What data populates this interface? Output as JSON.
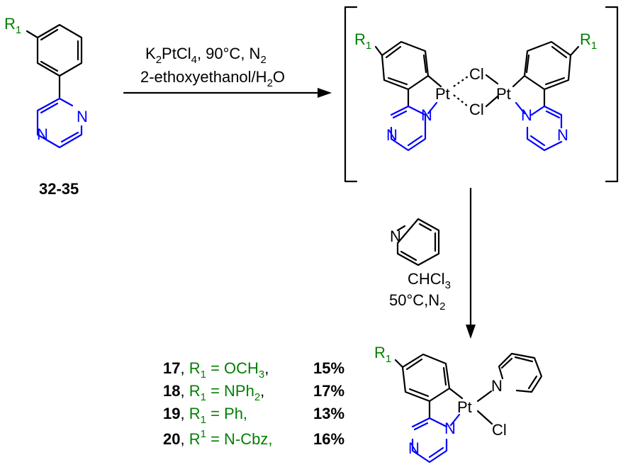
{
  "colors": {
    "substituent": "#008000",
    "nitrogen": "#0000ff",
    "bonds": "#000000"
  },
  "starting_material": {
    "substituent": "R",
    "substituent_sub": "1",
    "n1": "N",
    "n2": "N",
    "label": "32-35"
  },
  "step1": {
    "reagent_main": "K",
    "reagent_sub1": "2",
    "reagent_mid": "PtCl",
    "reagent_sub2": "4",
    "reagent_tail": ", 90°C, N",
    "reagent_sub3": "2",
    "solvent_main": "2-ethoxyethanol/H",
    "solvent_sub": "2",
    "solvent_tail": "O"
  },
  "dimer": {
    "r_left": "R",
    "r_left_sub": "1",
    "r_right": "R",
    "r_right_sub": "1",
    "pt_left": "Pt",
    "pt_right": "Pt",
    "cl_top": "Cl",
    "cl_bottom": "Cl",
    "n_left_coord": "N",
    "n_left_ring": "N",
    "n_right_coord": "N",
    "n_right_ring": "N"
  },
  "step2": {
    "pyridine_n": "N",
    "solvent_main": "CHCl",
    "solvent_sub": "3",
    "conditions_main": "50°C,N",
    "conditions_sub": "2"
  },
  "product": {
    "substituent": "R",
    "substituent_sub": "1",
    "pt": "Pt",
    "cl": "Cl",
    "pyridine_n": "N",
    "n_coord": "N",
    "n_ring": "N"
  },
  "results": [
    {
      "compound": "17",
      "r_sym": "R",
      "r_sub": "1",
      "r_value": " = OCH",
      "r_value_sub": "3",
      "r_value_tail": ",",
      "yield": "15%"
    },
    {
      "compound": "18",
      "r_sym": "R",
      "r_sub": "1",
      "r_value": " = NPh",
      "r_value_sub": "2",
      "r_value_tail": ",",
      "yield": "17%"
    },
    {
      "compound": "19",
      "r_sym": "R",
      "r_sub": "1",
      "r_value": " = Ph,",
      "r_value_sub": "",
      "r_value_tail": "",
      "yield": "13%"
    },
    {
      "compound": "20",
      "r_sym": "R",
      "r_sup": "1",
      "r_value": " = N-Cbz,",
      "r_value_sub": "",
      "r_value_tail": "",
      "yield": "16%"
    }
  ]
}
